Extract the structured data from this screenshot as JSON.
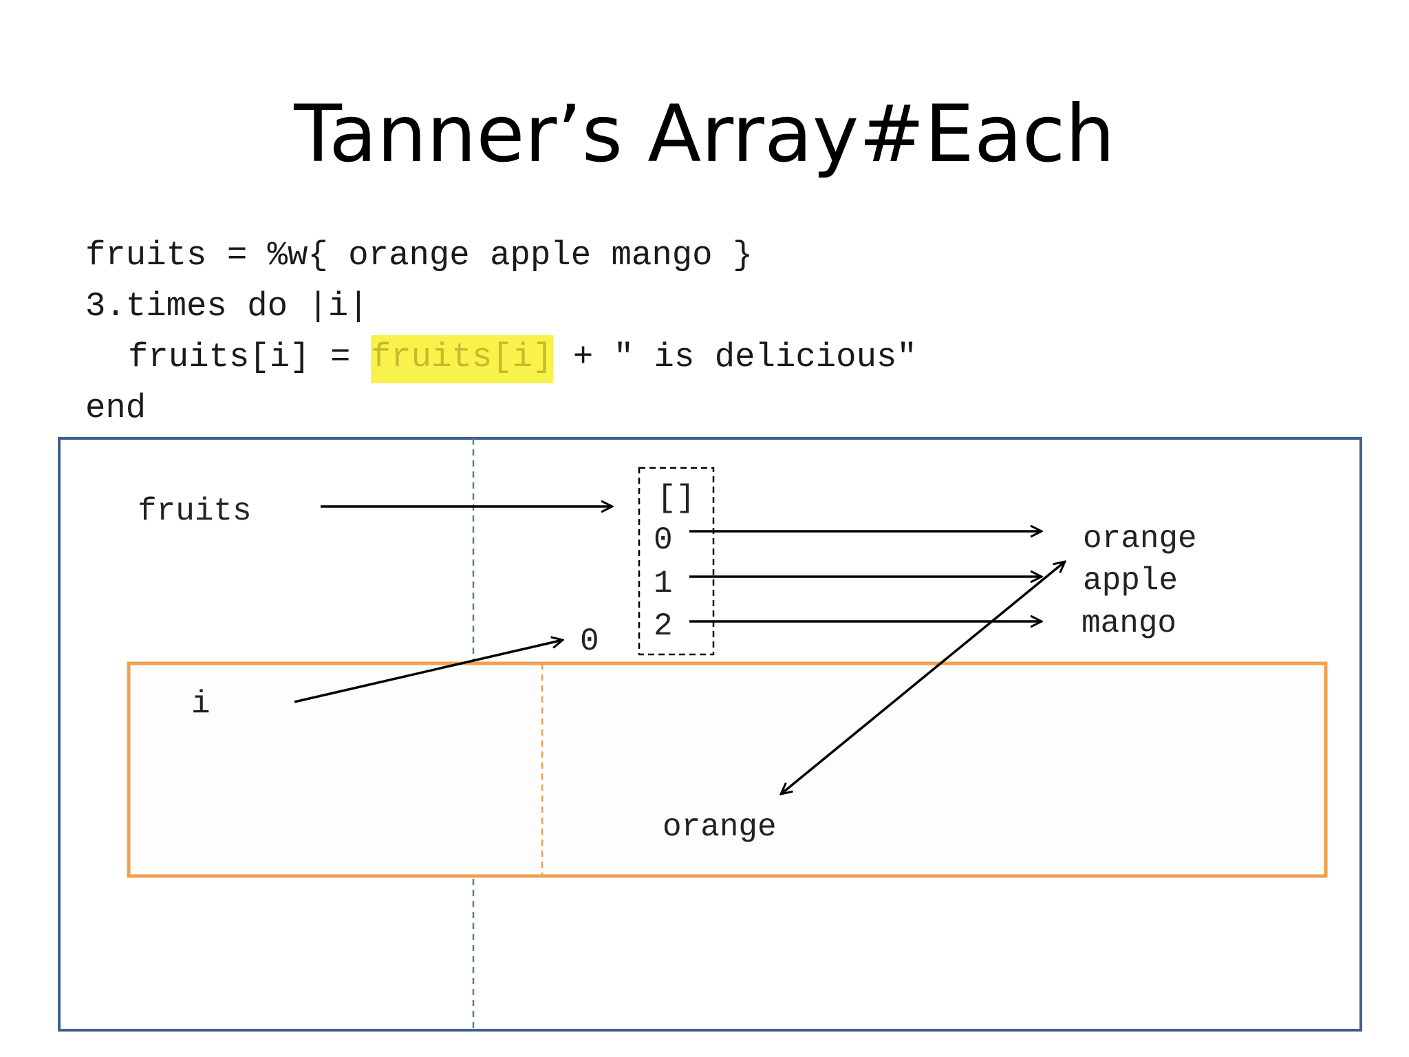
{
  "slide": {
    "title": "Tanner’s Array#Each"
  },
  "code": {
    "line1": "fruits = %w{ orange apple mango }",
    "line2": "3.times do |i|",
    "line3_prefix": "fruits[i] = ",
    "line3_highlight": "fruits[i]",
    "line3_suffix": " + \" is delicious\"",
    "line4": "end"
  },
  "diagram": {
    "var_fruits": "fruits",
    "array_brackets": "[]",
    "index0": "0",
    "index1": "1",
    "index2": "2",
    "elem0": "orange",
    "elem1": "apple",
    "elem2": "mango",
    "block_var_i": "i",
    "i_value": "0",
    "temp_value": "orange"
  },
  "colors": {
    "outer_frame": "#3f5f8a",
    "outer_divider": "#4f7fb0",
    "block_frame": "#f0a050",
    "highlight": "#f8f34a"
  }
}
